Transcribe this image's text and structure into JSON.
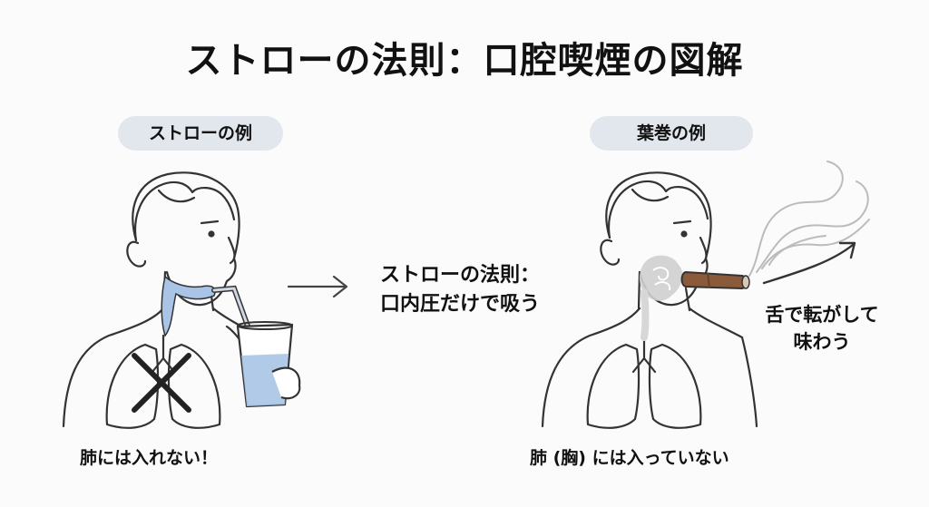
{
  "title": "ストローの法則：口腔喫煙の図解",
  "left_panel": {
    "label": "ストローの例",
    "caption": "肺には入れない！"
  },
  "center": {
    "line1": "ストローの法則：",
    "line2": "口内圧だけで吸う"
  },
  "right_panel": {
    "label": "葉巻の例",
    "side_line1": "舌で転がして",
    "side_line2": "味わう",
    "caption": "肺 (胸) には入っていない"
  },
  "colors": {
    "line": "#333333",
    "water": "#a9c4e6",
    "smoke": "#c9c9c9",
    "cigar": "#8a5a3a",
    "pill": "#e2e7ee"
  }
}
